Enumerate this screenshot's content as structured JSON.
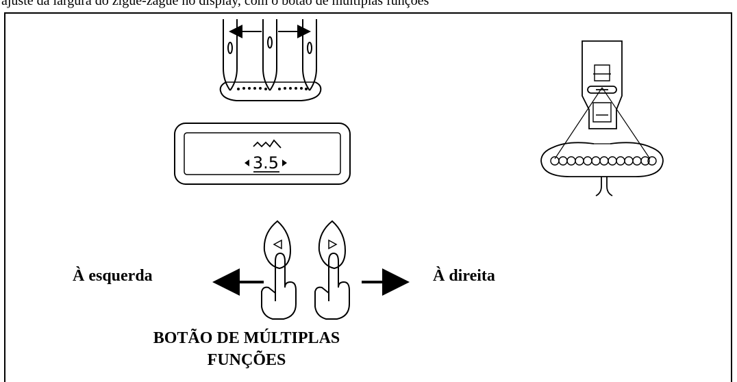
{
  "header": {
    "caption": "ajuste da largura do zigue-zague no display, com o botão de múltiplas funções"
  },
  "display": {
    "value": "3.5"
  },
  "labels": {
    "left": "À esquerda",
    "right": "À direita",
    "button_line1": "BOTÃO DE MÚLTIPLAS",
    "button_line2": "FUNÇÕES"
  },
  "icons": [
    "needle-icon",
    "arrow-left-icon",
    "arrow-right-icon",
    "zigzag-icon",
    "presser-foot-icon",
    "finger-press-icon",
    "triangle-left-icon",
    "triangle-right-icon"
  ]
}
